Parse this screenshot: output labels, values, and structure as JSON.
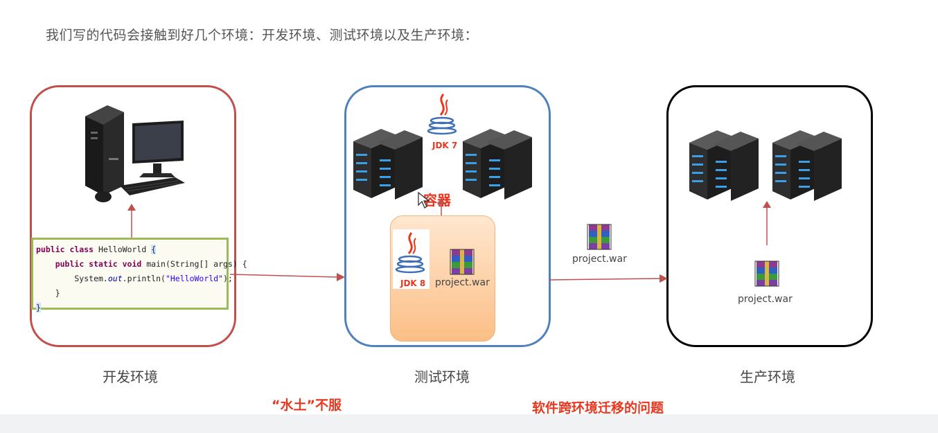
{
  "title": "我们写的代码会接触到好几个环境：开发环境、测试环境以及生产环境：",
  "environments": {
    "dev": "开发环境",
    "test": "测试环境",
    "prod": "生产环境"
  },
  "code_lines": [
    "public class HelloWorld {",
    "    public static void main(String[] args) {",
    "        System.out.println(\"HelloWorld\");",
    "    }",
    "}"
  ],
  "labels": {
    "container": "容器",
    "jdk7": "JDK 7",
    "jdk8": "JDK 8",
    "war_container": "project.war",
    "war_transfer": "project.war",
    "war_prod": "project.war",
    "soil": "“水土”不服",
    "migration": "软件跨环境迁移的问题"
  },
  "colors": {
    "dev_border": "#c0504d",
    "test_border": "#4f81bd",
    "prod_border": "#000000",
    "arrow": "#c0504d",
    "highlight_text": "#e8361f"
  }
}
